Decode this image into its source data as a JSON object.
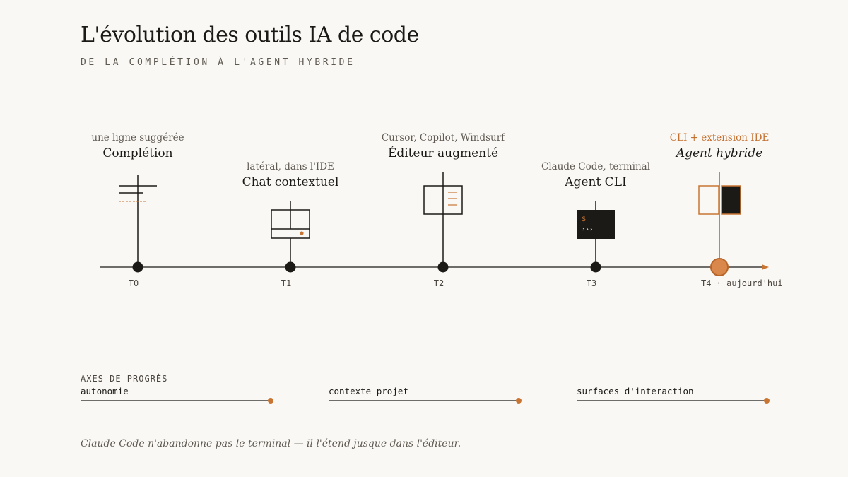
{
  "header": {
    "title": "L'évolution des outils IA de code",
    "subtitle": "DE LA COMPLÉTION À L'AGENT HYBRIDE"
  },
  "colors": {
    "accent": "#c87533",
    "ink": "#1c1a17",
    "muted": "#5f5a52",
    "background": "#faf8f4"
  },
  "timeline": {
    "stages": [
      {
        "marker": "T0",
        "sub": "une ligne suggérée",
        "name": "Complétion",
        "icon": "inline-suggestion-icon"
      },
      {
        "marker": "T1",
        "sub": "latéral, dans l'IDE",
        "name": "Chat contextuel",
        "icon": "side-chat-panel-icon"
      },
      {
        "marker": "T2",
        "sub": "Cursor, Copilot, Windsurf",
        "name": "Éditeur augmenté",
        "icon": "augmented-editor-icon"
      },
      {
        "marker": "T3",
        "sub": "Claude Code, terminal",
        "name": "Agent CLI",
        "icon": "terminal-icon",
        "terminal_prompt": "$_",
        "terminal_output": "›››"
      },
      {
        "marker": "T4 · aujourd'hui",
        "sub": "CLI + extension IDE",
        "name": "Agent hybride",
        "icon": "hybrid-panels-icon",
        "current": true
      }
    ]
  },
  "axes": {
    "title": "AXES DE PROGRÈS",
    "items": [
      {
        "label": "autonomie"
      },
      {
        "label": "contexte projet"
      },
      {
        "label": "surfaces d'interaction"
      }
    ]
  },
  "footer": {
    "quote": "Claude Code n'abandonne pas le terminal — il l'étend jusque dans l'éditeur."
  }
}
